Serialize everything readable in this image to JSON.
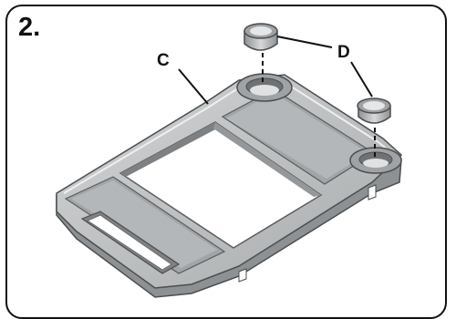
{
  "step": {
    "number": "2."
  },
  "labels": {
    "tray": "C",
    "cup_holders": "D"
  },
  "colors": {
    "border": "#111111",
    "tray_top": "#b9bcbe",
    "tray_side": "#8e9193",
    "tray_dark": "#6f7274",
    "highlight": "#e9eaeb",
    "leader": "#111111"
  }
}
